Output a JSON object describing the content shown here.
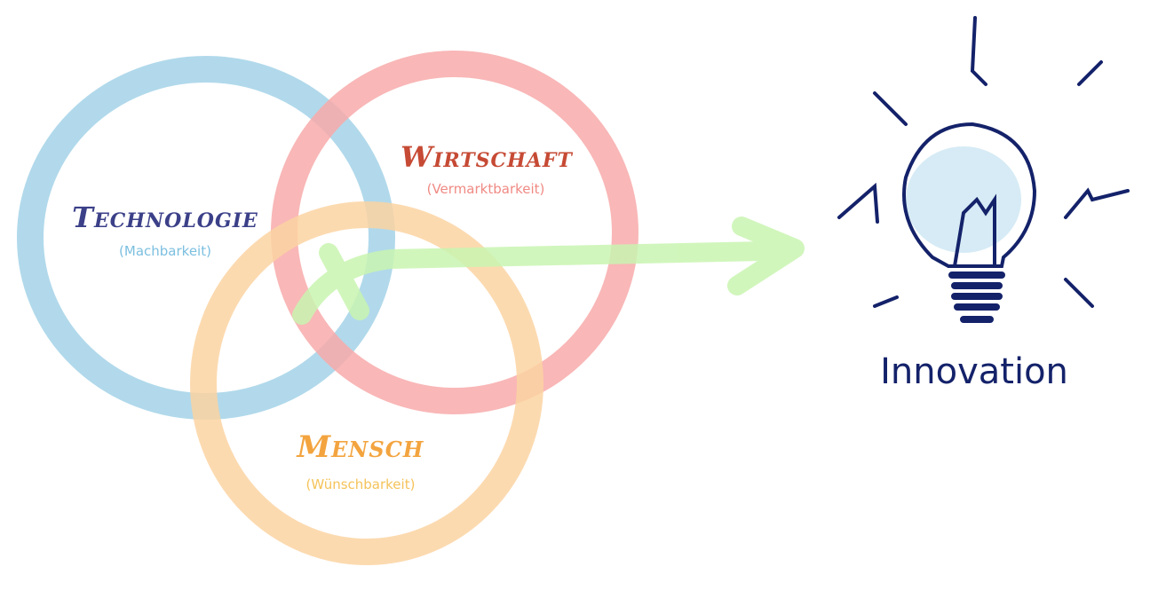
{
  "colors": {
    "technology": "#3b4088",
    "technology_sub": "#7cbfe0",
    "technology_ring": "#a9d5e9",
    "economy": "#c64a34",
    "economy_sub": "#f08a84",
    "economy_ring": "#f8aaaa",
    "human": "#f3a43f",
    "human_sub": "#f5c35a",
    "human_ring": "#fbd3a2",
    "arrow": "#c9f5b1",
    "bulb": "#14226a"
  },
  "circles": {
    "technology": {
      "title": "Technologie",
      "subtitle": "(Machbarkeit)"
    },
    "economy": {
      "title": "Wirtschaft",
      "subtitle": "(Vermarktbarkeit)"
    },
    "human": {
      "title": "Mensch",
      "subtitle": "(Wünschbarkeit)"
    }
  },
  "result": {
    "label": "Innovation",
    "icon": "lightbulb-icon"
  }
}
